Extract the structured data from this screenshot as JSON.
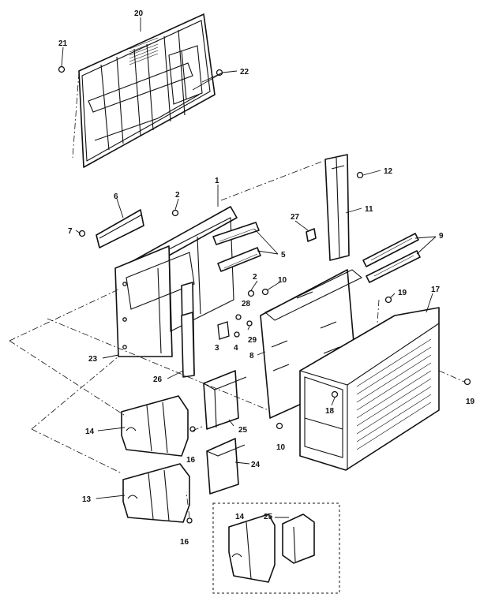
{
  "diagram": {
    "labels": {
      "n1": "1",
      "n2a": "2",
      "n2b": "2",
      "n3": "3",
      "n4": "4",
      "n5": "5",
      "n6": "6",
      "n7": "7",
      "n8": "8",
      "n9": "9",
      "n10a": "10",
      "n10b": "10",
      "n11": "11",
      "n12": "12",
      "n13": "13",
      "n14a": "14",
      "n14b": "14",
      "n16a": "16",
      "n16b": "16",
      "n17": "17",
      "n18": "18",
      "n19a": "19",
      "n19b": "19",
      "n20": "20",
      "n21": "21",
      "n22": "22",
      "n23": "23",
      "n24": "24",
      "n25a": "25",
      "n25b": "25",
      "n26": "26",
      "n27": "27",
      "n28": "28",
      "n29": "29"
    }
  }
}
